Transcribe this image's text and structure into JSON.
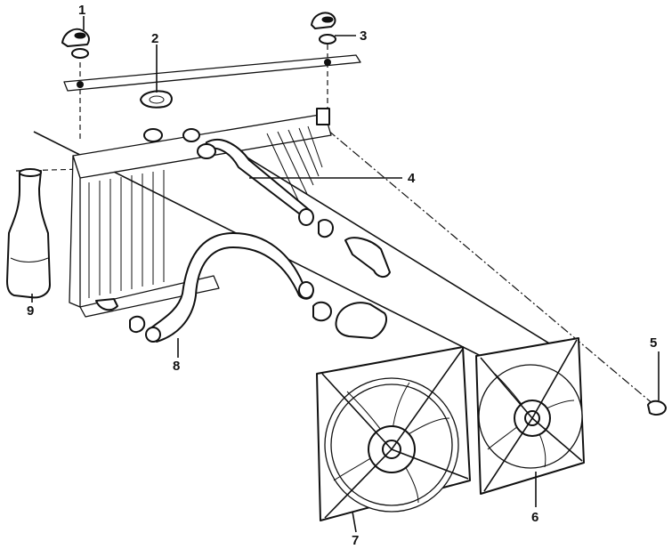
{
  "diagram": {
    "callouts": [
      {
        "id": "1",
        "label": "1"
      },
      {
        "id": "2",
        "label": "2"
      },
      {
        "id": "3",
        "label": "3"
      },
      {
        "id": "4",
        "label": "4"
      },
      {
        "id": "5",
        "label": "5"
      },
      {
        "id": "6",
        "label": "6"
      },
      {
        "id": "7",
        "label": "7"
      },
      {
        "id": "8",
        "label": "8"
      },
      {
        "id": "9",
        "label": "9"
      }
    ],
    "colors": {
      "ink": "#111111",
      "paper": "#ffffff"
    }
  }
}
